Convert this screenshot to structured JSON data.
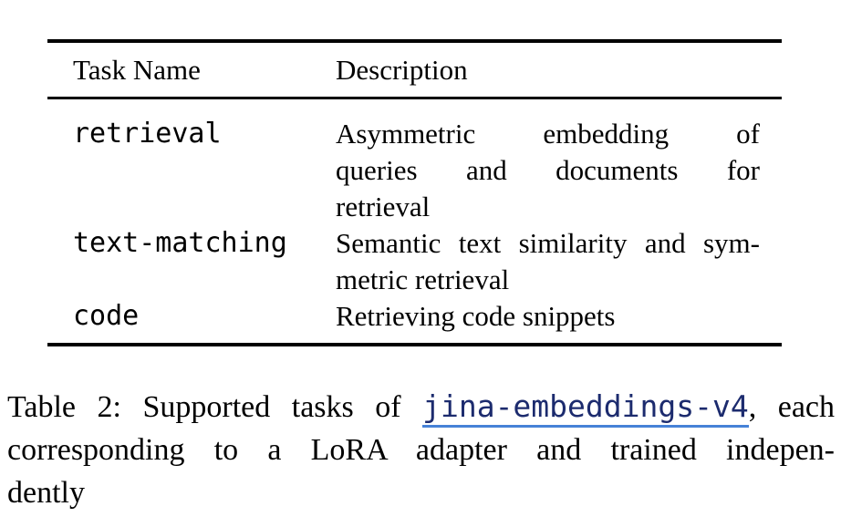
{
  "table": {
    "headers": [
      "Task Name",
      "Description"
    ],
    "rows": [
      {
        "task": "retrieval",
        "desc_lines": [
          "Asymmetric embedding of",
          "queries and documents for",
          "retrieval"
        ]
      },
      {
        "task": "text-matching",
        "desc_lines": [
          "Semantic text similarity and sym-",
          "metric retrieval"
        ]
      },
      {
        "task": "code",
        "desc_lines": [
          "Retrieving code snippets"
        ]
      }
    ]
  },
  "caption": {
    "prefix": "Table 2: Supported tasks of ",
    "link_text": "jina-embeddings-v4",
    "suffix": ", each",
    "line2": "corresponding to a LoRA adapter and trained indepen-",
    "line3": "dently"
  },
  "colors": {
    "text": "#000000",
    "background": "#ffffff",
    "rule": "#000000",
    "link_text": "#1c2b6e",
    "link_underline": "#4682d7"
  }
}
